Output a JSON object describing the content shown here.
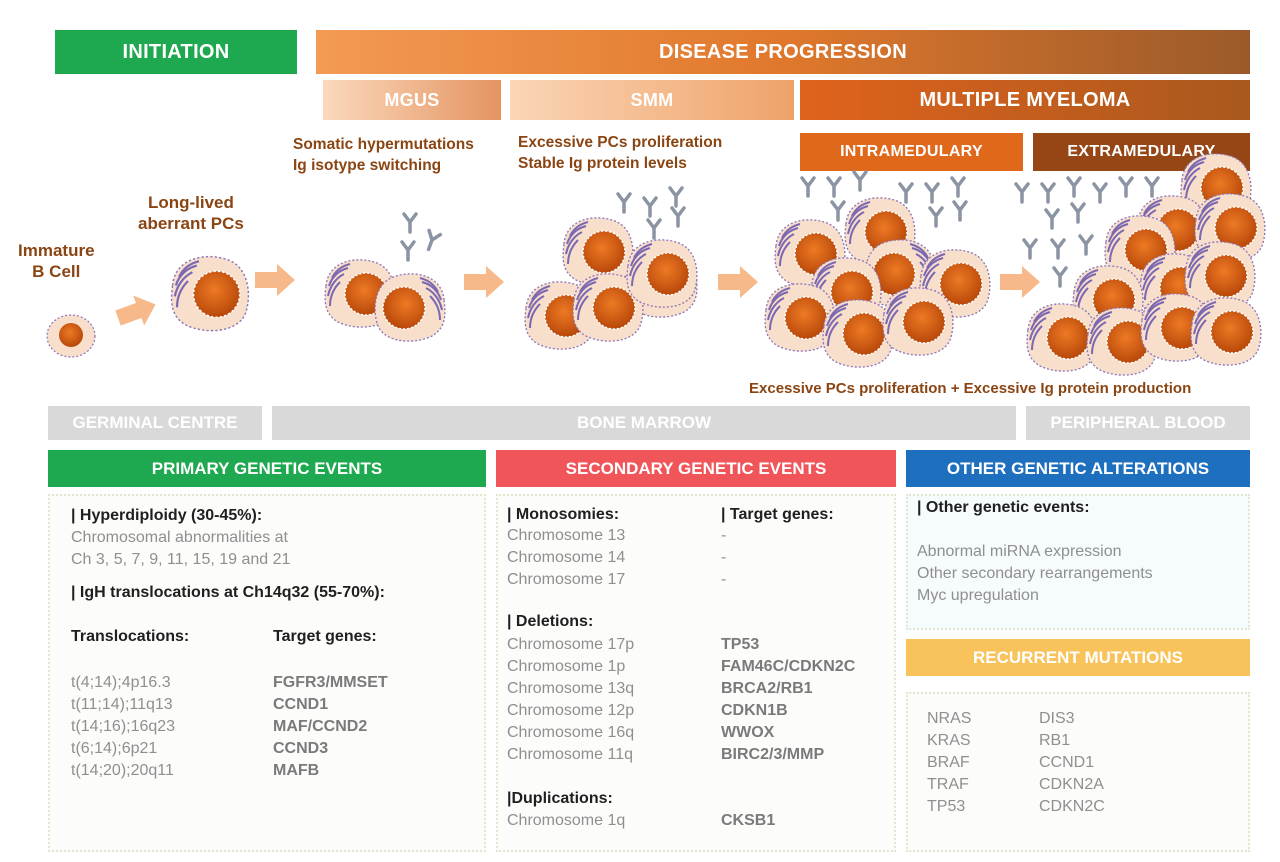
{
  "stages": {
    "initiation": "INITIATION",
    "disease_progression": "DISEASE PROGRESSION",
    "mgus": "MGUS",
    "smm": "SMM",
    "multiple_myeloma": "MULTIPLE MYELOMA",
    "intramedullary": "INTRAMEDULARY",
    "extramedullary": "EXTRAMEDULARY"
  },
  "cell_labels": {
    "immature_b_cell": [
      "Immature",
      "B Cell"
    ],
    "long_lived": [
      "Long-lived",
      "aberrant PCs"
    ],
    "mgus_features": [
      "Somatic hypermutations",
      "Ig isotype switching"
    ],
    "smm_features": [
      "Excessive PCs proliferation",
      "Stable Ig protein levels"
    ],
    "mm_features": "Excessive PCs proliferation + Excessive Ig protein production"
  },
  "locations": {
    "germinal_centre": "GERMINAL CENTRE",
    "bone_marrow": "BONE MARROW",
    "peripheral_blood": "PERIPHERAL BLOOD"
  },
  "primary": {
    "header": "PRIMARY GENETIC EVENTS",
    "hyperdiploidy_title": "| Hyperdiploidy (30-45%):",
    "hyperdiploidy_lines": [
      "Chromosomal abnormalities at",
      "Ch 3, 5, 7, 9, 11, 15, 19 and 21"
    ],
    "igh_title": "| IgH translocations at Ch14q32 (55-70%):",
    "col_translocations": "Translocations:",
    "col_target_genes": "Target genes:",
    "translocations": [
      "t(4;14);4p16.3",
      "t(11;14);11q13",
      "t(14;16);16q23",
      "t(6;14);6p21",
      "t(14;20);20q11"
    ],
    "target_genes": [
      "FGFR3/MMSET",
      "CCND1",
      "MAF/CCND2",
      "CCND3",
      "MAFB"
    ]
  },
  "secondary": {
    "header": "SECONDARY GENETIC EVENTS",
    "monosomies_title": "| Monosomies:",
    "target_genes_title": "| Target genes:",
    "monosomies": [
      "Chromosome 13",
      "Chromosome 14",
      "Chromosome 17"
    ],
    "monosomy_genes": [
      "-",
      "-",
      "-"
    ],
    "deletions_title": "| Deletions:",
    "deletions": [
      "Chromosome 17p",
      "Chromosome 1p",
      "Chromosome 13q",
      "Chromosome 12p",
      "Chromosome 16q",
      "Chromosome 11q"
    ],
    "deletion_genes": [
      "TP53",
      "FAM46C/CDKN2C",
      "BRCA2/RB1",
      "CDKN1B",
      "WWOX",
      "BIRC2/3/MMP"
    ],
    "duplications_title": "|Duplications:",
    "duplications": [
      "Chromosome 1q"
    ],
    "duplication_genes": [
      "CKSB1"
    ]
  },
  "other": {
    "header": "OTHER GENETIC ALTERATIONS",
    "title": "| Other genetic events:",
    "items": [
      "Abnormal miRNA expression",
      "Other secondary rearrangements",
      "Myc upregulation"
    ]
  },
  "recurrent": {
    "header": "RECURRENT MUTATIONS",
    "col1": [
      "NRAS",
      "KRAS",
      "BRAF",
      "TRAF",
      "TP53"
    ],
    "col2": [
      "DIS3",
      "RB1",
      "CCND1",
      "CDKN2A",
      "CDKN2C"
    ]
  },
  "colors": {
    "initiation": "#1ea84f",
    "primary": "#1ea84f",
    "secondary": "#f0555a",
    "other": "#1f6fbf",
    "recurrent": "#f7c35a",
    "location": "#d9d9d9",
    "cell_nucleus": "#d35a0d",
    "cell_cytoplasm": "#f7d9c4",
    "antibody": "#8a94a3"
  },
  "icons": [
    "plasma-cell-icon",
    "antibody-icon",
    "progression-arrow-icon"
  ]
}
